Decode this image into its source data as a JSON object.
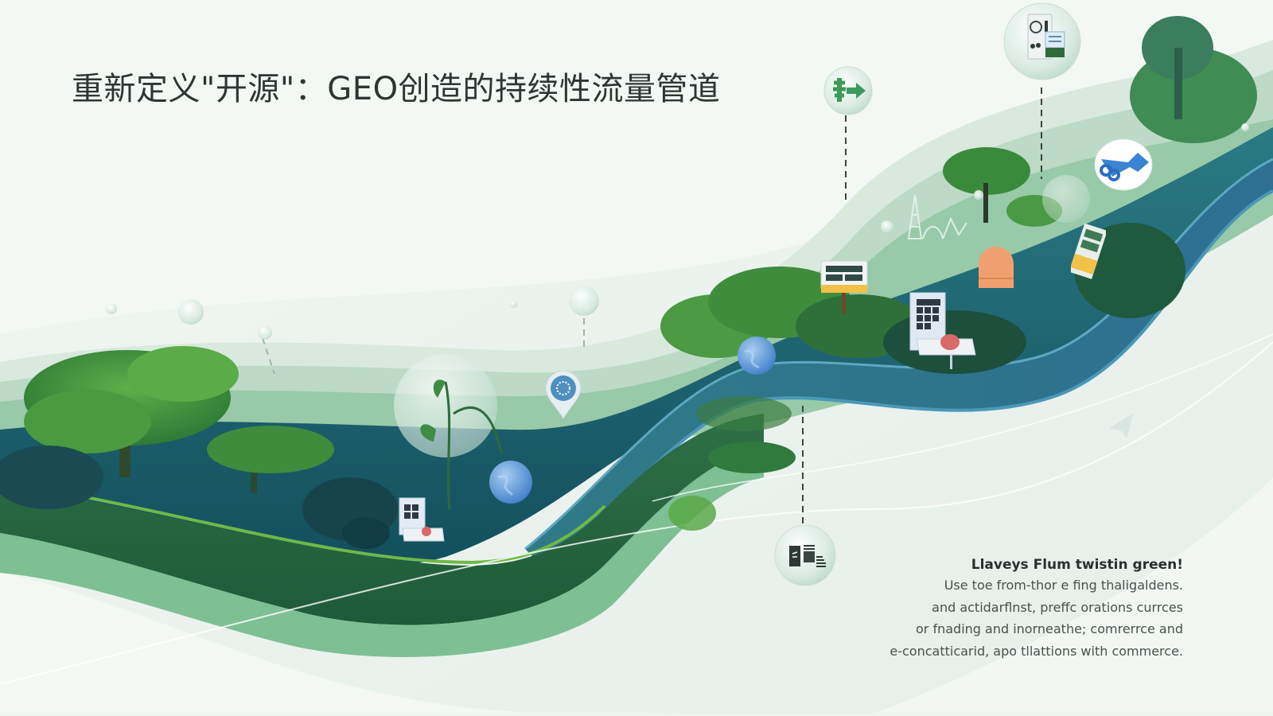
{
  "slide": {
    "title": "重新定义\"开源\"：GEO创造的持续性流量管道",
    "caption": {
      "heading": "Llaveys Flum twistin green!",
      "lines": [
        "Use toe from-thor e fing thaligaldens.",
        "and actidarflnst, preffc orations currces",
        "or fnading and inorneathe; comrerrce and",
        "e-concatticarid, apo tllattions with commerce."
      ]
    },
    "colors": {
      "background": "#eef4f0",
      "light_green": "#cfe3d6",
      "mid_green": "#7fbf95",
      "deep_green": "#2f6b45",
      "teal": "#1d5f6e",
      "pipe_blue": "#3f87a6",
      "globe_blue": "#5d94d6",
      "accent_orange": "#f0a06e",
      "accent_yellow": "#f2c14a"
    },
    "icons": [
      {
        "name": "growth-arrow-icon",
        "label": "plant with arrow"
      },
      {
        "name": "device-document-icon",
        "label": "server with document"
      },
      {
        "name": "share-arrow-icon",
        "label": "link arrow"
      },
      {
        "name": "article-layout-icon",
        "label": "article document"
      },
      {
        "name": "location-pin-icon",
        "label": "map pin"
      },
      {
        "name": "globe-icon",
        "label": "globe"
      },
      {
        "name": "billboard-icon",
        "label": "sign board"
      },
      {
        "name": "dashboard-kiosk-icon",
        "label": "kiosk"
      },
      {
        "name": "capsule-icon",
        "label": "orange capsule"
      },
      {
        "name": "tag-card-icon",
        "label": "tag card"
      },
      {
        "name": "plant-bulb-icon",
        "label": "seedling in bubble"
      },
      {
        "name": "radio-tower-icon",
        "label": "tower signal"
      }
    ]
  }
}
